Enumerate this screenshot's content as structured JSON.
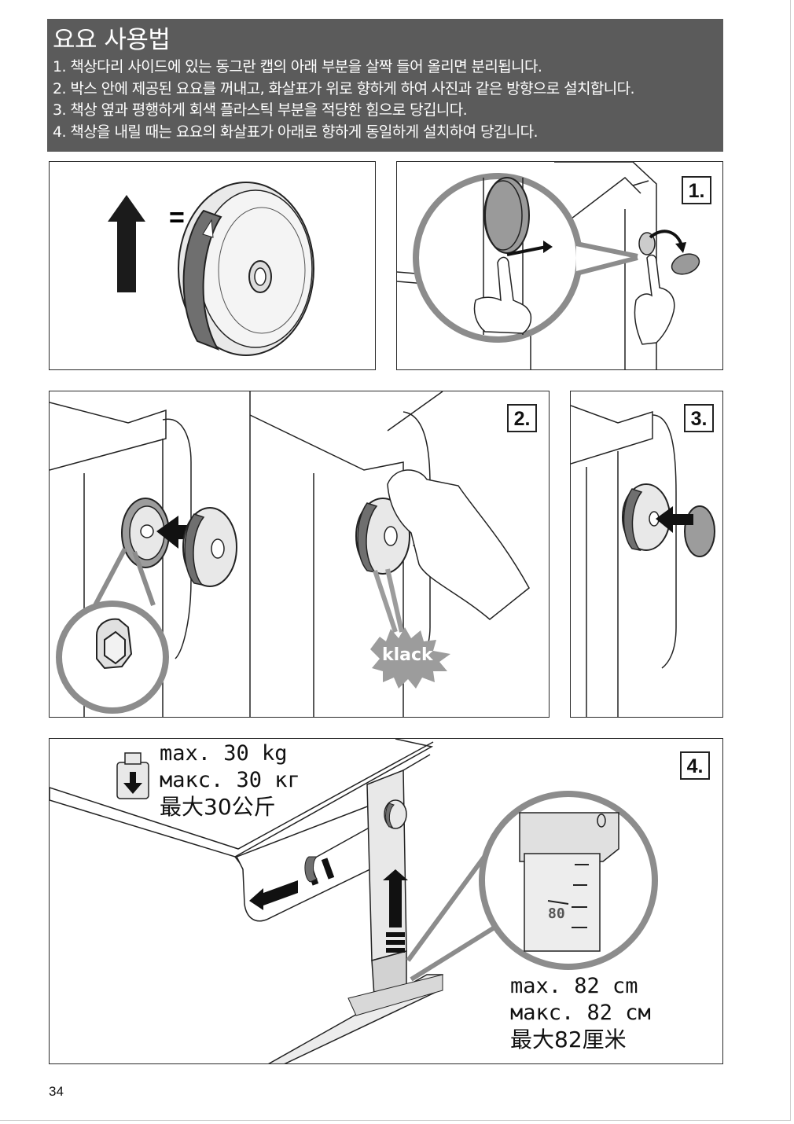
{
  "header": {
    "title": "요요 사용법",
    "steps": [
      "1. 책상다리 사이드에 있는 동그란 캡의 아래 부분을 살짝 들어 올리면 분리됩니다.",
      "2. 박스 안에 제공된 요요를 꺼내고, 화살표가 위로 향하게 하여 사진과 같은 방향으로 설치합니다.",
      "3. 책상 옆과 평행하게 회색 플라스틱 부분을 적당한 힘으로 당깁니다.",
      "4. 책상을 내릴 때는 요요의 화살표가 아래로 향하게 동일하게 설치하여 당깁니다."
    ]
  },
  "figures": {
    "yoyo_equals": "=",
    "step1_badge": "1.",
    "step2_badge": "2.",
    "step3_badge": "3.",
    "step4_badge": "4.",
    "click_sound": "klack",
    "ruler_label": "80",
    "max_load": [
      "max. 30 kg",
      "макс. 30 кг",
      "最大30公斤"
    ],
    "max_height": [
      "max. 82 cm",
      "макс. 82 см",
      "最大82厘米"
    ]
  },
  "footer": {
    "page_number": "34"
  },
  "colors": {
    "header_bg": "#5b5b5b",
    "yoyo_dark": "#6e6e6e",
    "yoyo_light": "#e8e8e8",
    "cap_grey": "#9a9a9a",
    "magnifier_ring": "#8c8c8c"
  }
}
